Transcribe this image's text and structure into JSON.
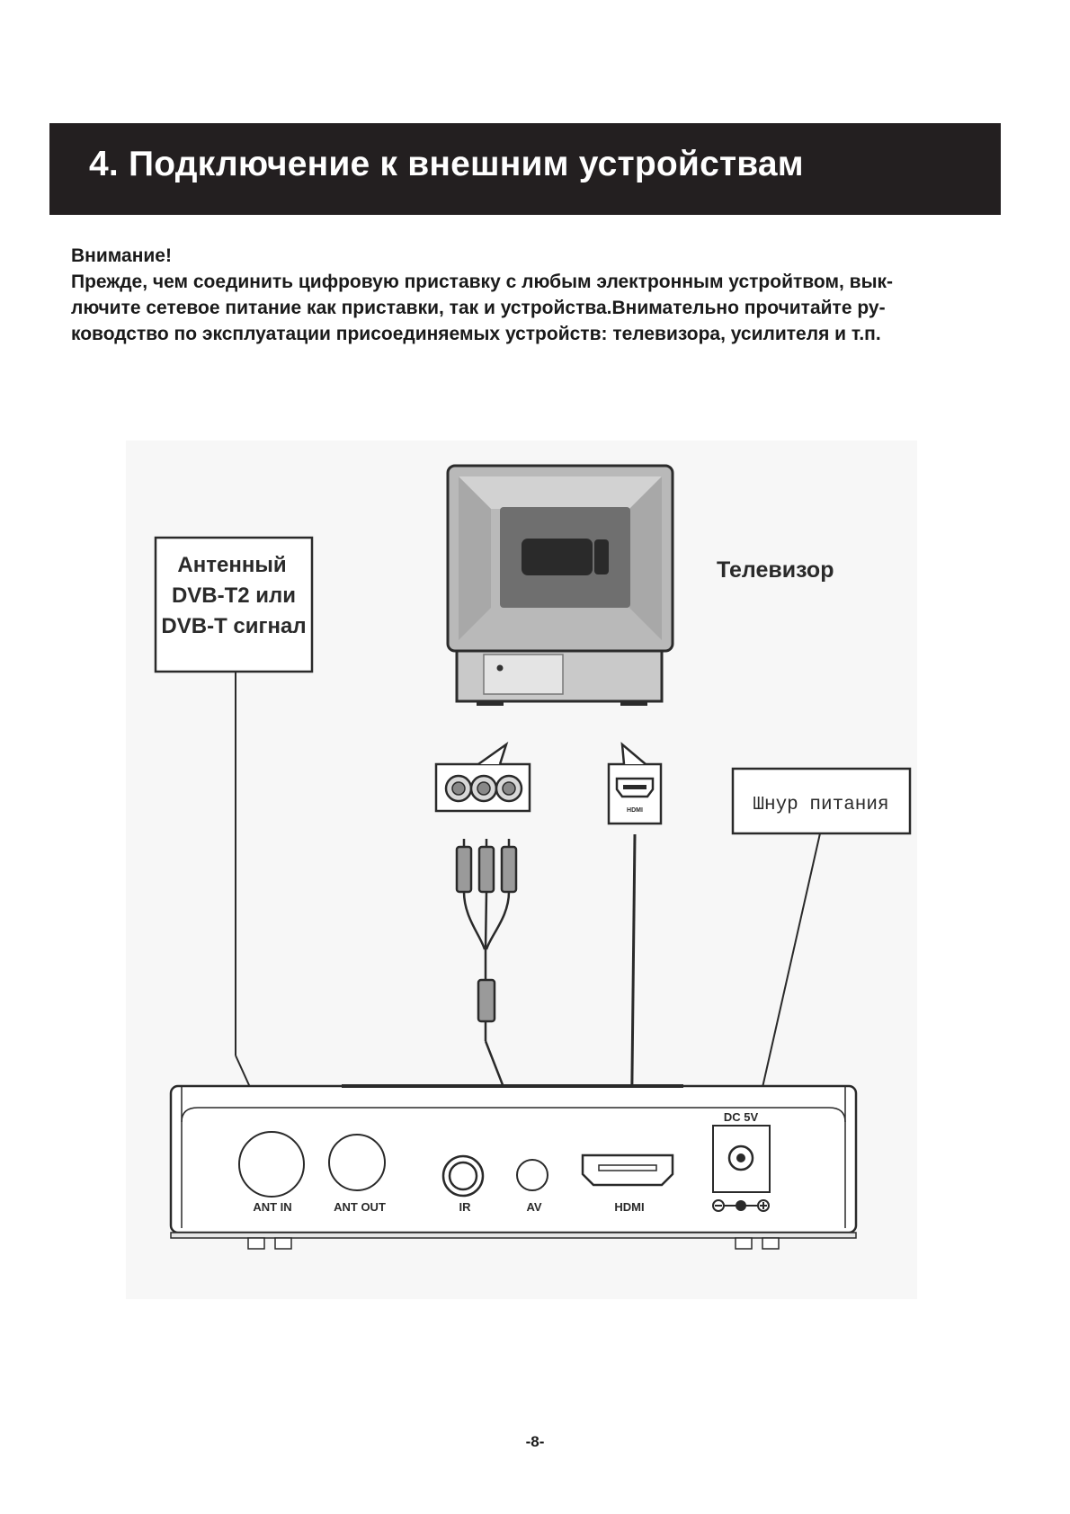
{
  "header": {
    "title": "4. Подключение к внешним устройствам"
  },
  "warning": {
    "heading": "Внимание!",
    "lines": [
      "Прежде, чем соединить цифровую приставку с любым электронным устройтвом, вык-",
      "лючите сетевое питание как приставки, так и устройства.Внимательно прочитайте ру-",
      "ководство по эксплуатации присоединяемых устройств: телевизора, усилителя и т.п."
    ]
  },
  "diagram": {
    "antenna_box": {
      "lines": [
        "Антенный",
        "DVB-T2 или",
        "DVB-T сигнал"
      ]
    },
    "tv_label": "Телевизор",
    "power_cord_label": "Шнур питания",
    "hdmi_tv_label": "HDMI",
    "ports": {
      "ant_in": "ANT IN",
      "ant_out": "ANT OUT",
      "ir": "IR",
      "av": "AV",
      "hdmi": "HDMI",
      "dc": "DC 5V"
    }
  },
  "footer": {
    "page_number": "-8-"
  }
}
